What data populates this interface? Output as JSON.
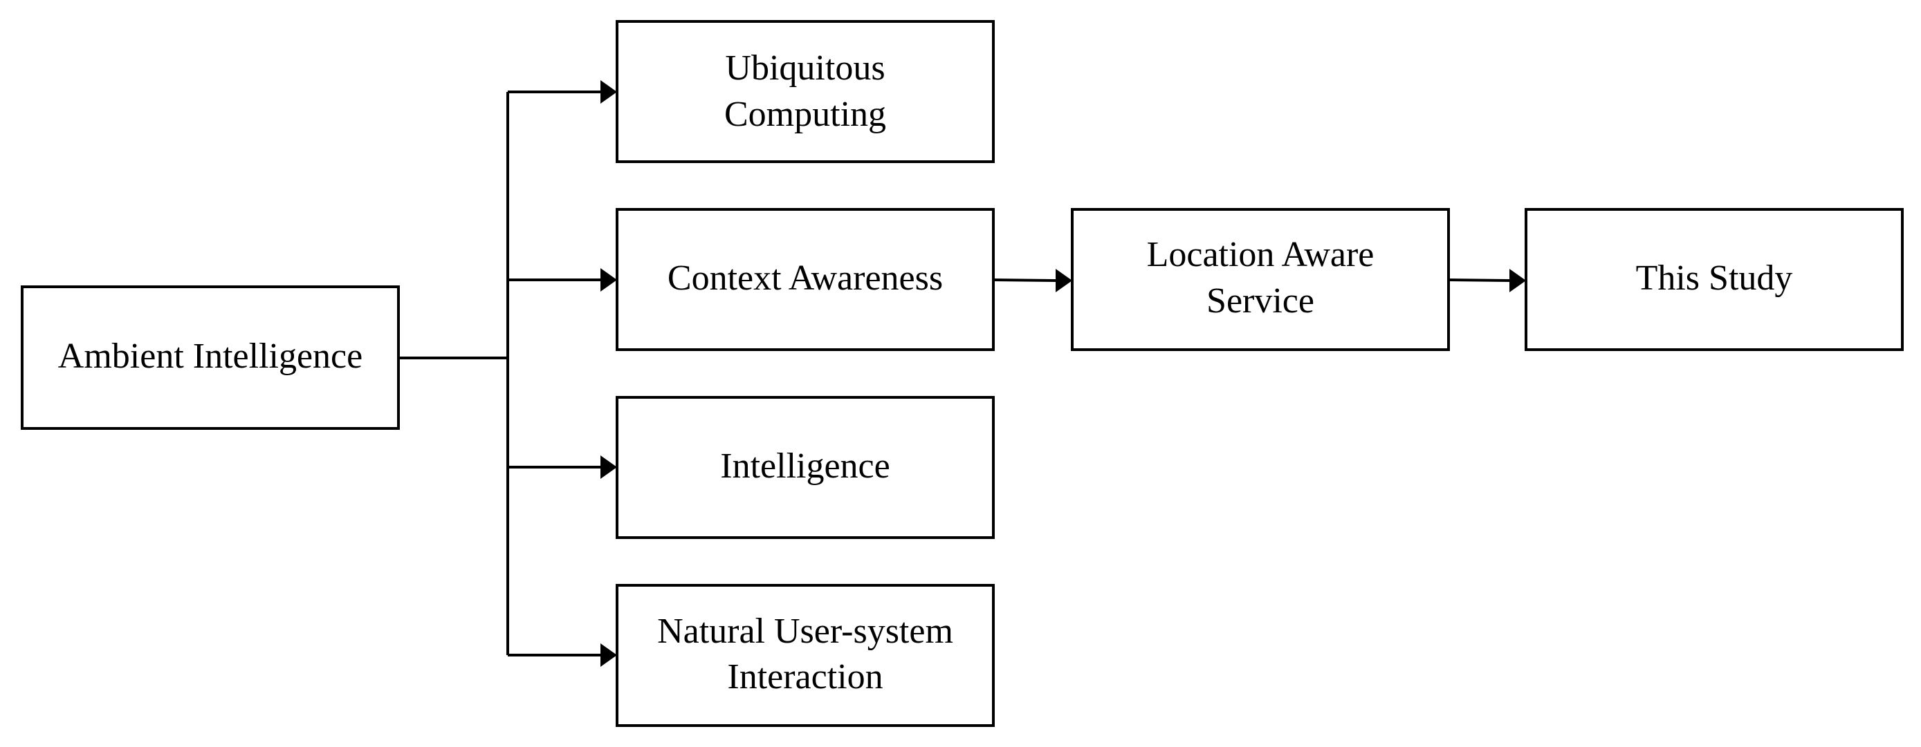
{
  "diagram": {
    "nodes": {
      "ambient_intelligence": {
        "lines": [
          "Ambient Intelligence"
        ]
      },
      "ubiquitous_computing": {
        "lines": [
          "Ubiquitous",
          "Computing"
        ]
      },
      "context_awareness": {
        "lines": [
          "Context Awareness"
        ]
      },
      "intelligence": {
        "lines": [
          "Intelligence"
        ]
      },
      "natural_interaction": {
        "lines": [
          "Natural User-system",
          "Interaction"
        ]
      },
      "location_aware_service": {
        "lines": [
          "Location Aware",
          "Service"
        ]
      },
      "this_study": {
        "lines": [
          "This Study"
        ]
      }
    },
    "edges": [
      {
        "from": "ambient_intelligence",
        "to": "ubiquitous_computing"
      },
      {
        "from": "ambient_intelligence",
        "to": "context_awareness"
      },
      {
        "from": "ambient_intelligence",
        "to": "intelligence"
      },
      {
        "from": "ambient_intelligence",
        "to": "natural_interaction"
      },
      {
        "from": "context_awareness",
        "to": "location_aware_service"
      },
      {
        "from": "location_aware_service",
        "to": "this_study"
      }
    ]
  }
}
